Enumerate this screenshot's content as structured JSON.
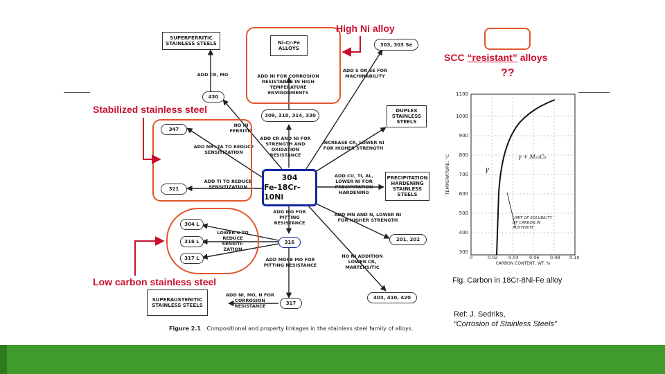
{
  "colors": {
    "annotation": "#c8102e",
    "highlight": "#e0562b",
    "center": "#1428a0",
    "footer": "#3f9b2c"
  },
  "center": {
    "num": "304",
    "comp": "Fe-18Cr-10Ni"
  },
  "boxes": {
    "superferritic": "SUPERFERRITIC STAINLESS STEELS",
    "nicrfe": "Ni-Cr-Fe ALLOYS",
    "s303": "303, 303 Se",
    "duplex": "DUPLEX STAINLESS STEELS",
    "ph": "PRECIPITATION HARDENING STAINLESS STEELS",
    "superaustenitic": "SUPERAUSTENITIC STAINLESS STEELS",
    "s403": "403, 410, 420",
    "s201": "201, 202",
    "s317": "317",
    "s316": "316",
    "s430": "430",
    "s309": "309, 310, 314, 330",
    "s347": "347",
    "s321": "321",
    "s304l": "304 L",
    "s316l": "316 L",
    "s317l": "317 L"
  },
  "labels": {
    "addcrmo": "ADD Cr, Mo",
    "nicorr": "ADD Ni FOR CORROSION RESISTANCE IN HIGH TEMPERATURE ENVIRONMENTS",
    "addsse": "ADD S OR Se FOR MACHINABILITY",
    "noferr": "No Ni FERRITIC",
    "crni": "ADD Cr AND Ni FOR STRENGTH AND OXIDATION RESISTANCE",
    "incr": "INCREASE Cr, LOWER Ni FOR HIGHER STRENGTH",
    "nbta": "ADD Nb+Ta TO REDUCE SENSITIZATION",
    "ti": "ADD Ti TO REDUCE SENSITIZATION",
    "cuti": "ADD Cu, Ti, Al, LOWER Ni FOR PRECIPITATION HARDENING",
    "mopit": "ADD Mo FOR PITTING RESISTANCE",
    "mnn": "ADD Mn AND N, LOWER Ni FOR HIGHER STRENGTH",
    "lowc": "LOWER C TO REDUCE SENSITI- ZATION",
    "moremo": "ADD MORE Mo FOR PITTING RESISTANCE",
    "noni": "No Ni ADDITION LOWER Cr, MARTENSITIC",
    "nimon": "ADD Ni, Mo, N FOR CORROSION RESISTANCE"
  },
  "caption": {
    "fig": "Figure 2.1",
    "text": "Compositional and property linkages in the stainless steel family of alloys."
  },
  "annotations": {
    "highni": "High Ni alloy",
    "scc_a": "SCC ",
    "scc_b": "“resistant”",
    "scc_c": " alloys",
    "qq": "??",
    "stabilized": "Stabilized stainless steel",
    "lowcarbon": "Low carbon stainless steel"
  },
  "chart": {
    "ylabel": "TEMPERATURE, °C",
    "xlabel": "CARBON CONTENT, WT. %",
    "yticks": [
      "1100",
      "1000",
      "900",
      "800",
      "700",
      "600",
      "500",
      "400",
      "300"
    ],
    "xticks": [
      "0",
      "0.02",
      "0.04",
      "0.06",
      "0.08",
      "0.10"
    ],
    "gamma": "γ",
    "gm": "γ + M₂₃C₆",
    "limit": "LIMIT OF SOLUBILITY OF CARBON IN AUSTENITE",
    "caption": "Fig. Carbon in 18Cr-8Ni-Fe alloy"
  },
  "ref": {
    "line1": "Ref: J. Sedriks,",
    "line2": "“Corrosion of Stainless Steels”"
  }
}
